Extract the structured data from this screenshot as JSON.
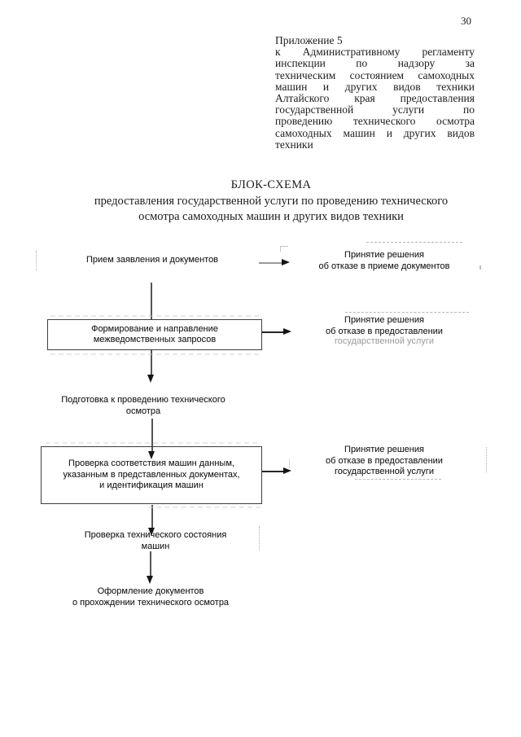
{
  "page_number": "30",
  "header": {
    "appendix_lines": [
      "Приложение 5",
      "к Административному регламенту",
      "инспекции по надзору за",
      "техническим состоянием самоходных",
      "машин и других видов техники",
      "Алтайского края предоставления",
      "государственной услуги по",
      "проведению технического осмотра",
      "самоходных машин и других видов",
      "техники"
    ]
  },
  "title": {
    "heading": "БЛОК-СХЕМА",
    "subtitle_line1": "предоставления государственной услуги по проведению технического",
    "subtitle_line2": "осмотра самоходных машин и других видов техники"
  },
  "flowchart": {
    "step1": "Прием заявления и документов",
    "reject1": "Принятие решения\nоб отказе в приеме документов",
    "step2_box": "Формирование и направление\nмежведомственных запросов",
    "reject2_main": "Принятие решения\nоб отказе в предоставлении",
    "reject2_faded": "государственной услуги",
    "step3": "Подготовка к проведению технического осмотра",
    "step4_box": "Проверка соответствия машин данным,\nуказанным в представленных документах,\nи идентификация машин",
    "reject3": "Принятие решения\nоб отказе в предоставлении\nгосударственной услуги",
    "step5": "Проверка технического состояния машин",
    "step6": "Оформление документов\nо прохождении технического осмотра"
  },
  "colors": {
    "ink": "#1c1c1c",
    "line": "#555555",
    "faded_ink": "#9b9b9b",
    "paper": "#ffffff"
  }
}
